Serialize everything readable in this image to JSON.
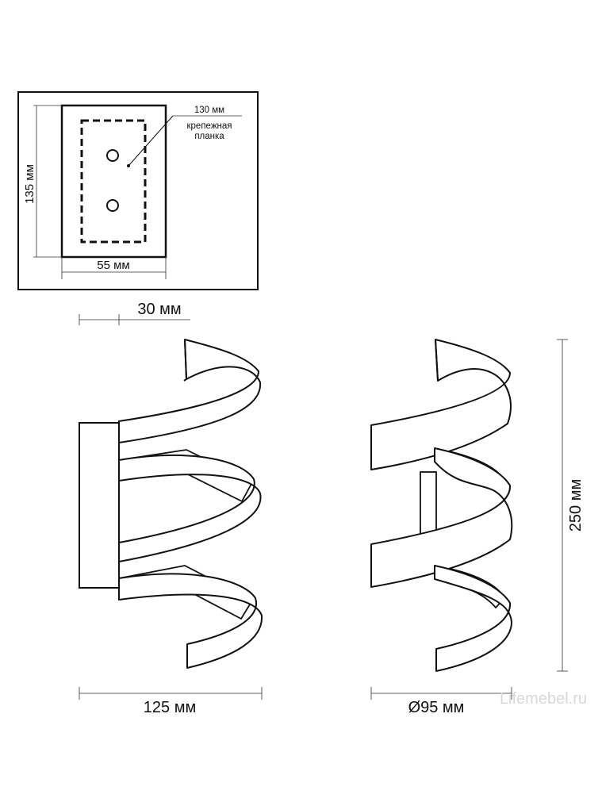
{
  "colors": {
    "line": "#111111",
    "dim_line": "#333333",
    "watermark": "#d8d8d8",
    "background": "#ffffff"
  },
  "plate_detail": {
    "height_label": "135 мм",
    "width_label": "55 мм",
    "bracket_length_label": "130 мм",
    "bracket_name_line1": "крепежная",
    "bracket_name_line2": "планка"
  },
  "side_view": {
    "depth_label": "30 мм",
    "width_label": "125 мм"
  },
  "front_view": {
    "diameter_label": "Ø95 мм",
    "height_label": "250 мм"
  },
  "watermark": {
    "text": "Lifemebel.ru"
  }
}
